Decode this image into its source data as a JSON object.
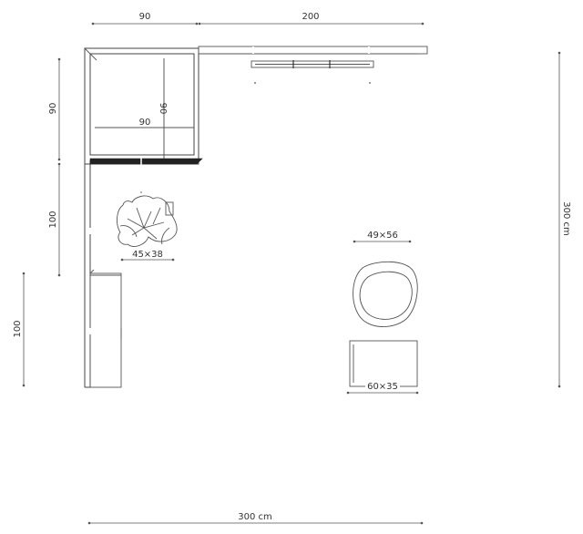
{
  "dimensions": {
    "top_wardrobe_width": "90",
    "top_shelf_width": "200",
    "right_height": "300 cm",
    "bottom_width": "300 cm",
    "left_upper": "90",
    "left_middle": "100",
    "left_lower": "100",
    "inner_height": "90",
    "inner_width": "90"
  },
  "furniture": {
    "plant_size": "45×38",
    "chair_size": "49×56",
    "table_size": "60×35"
  },
  "colors": {
    "line": "#555555",
    "wall": "#444444",
    "text": "#333333"
  },
  "icons": [
    "plant-icon",
    "armchair-icon",
    "table-icon",
    "wardrobe-icon",
    "shelf-icon"
  ]
}
